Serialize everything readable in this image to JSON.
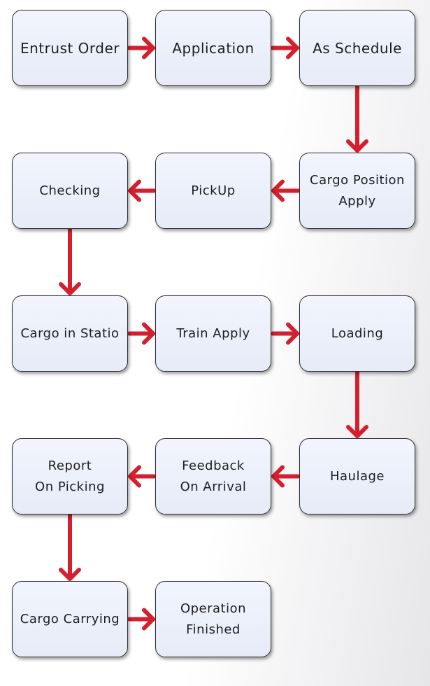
{
  "diagram": {
    "nodes": [
      {
        "id": "n1",
        "label": "Entrust Order"
      },
      {
        "id": "n2",
        "label": "Application"
      },
      {
        "id": "n3",
        "label": "As Schedule"
      },
      {
        "id": "n4",
        "label": "Cargo Position\nApply"
      },
      {
        "id": "n5",
        "label": "PickUp"
      },
      {
        "id": "n6",
        "label": "Checking"
      },
      {
        "id": "n7",
        "label": "Cargo in Statio"
      },
      {
        "id": "n8",
        "label": "Train Apply"
      },
      {
        "id": "n9",
        "label": "Loading"
      },
      {
        "id": "n10",
        "label": "Haulage"
      },
      {
        "id": "n11",
        "label": "Feedback\nOn Arrival"
      },
      {
        "id": "n12",
        "label": "Report\nOn Picking"
      },
      {
        "id": "n13",
        "label": "Cargo Carrying"
      },
      {
        "id": "n14",
        "label": "Operation\nFinished"
      }
    ],
    "edges": [
      {
        "from": "n1",
        "to": "n2"
      },
      {
        "from": "n2",
        "to": "n3"
      },
      {
        "from": "n3",
        "to": "n4"
      },
      {
        "from": "n4",
        "to": "n5"
      },
      {
        "from": "n5",
        "to": "n6"
      },
      {
        "from": "n6",
        "to": "n7"
      },
      {
        "from": "n7",
        "to": "n8"
      },
      {
        "from": "n8",
        "to": "n9"
      },
      {
        "from": "n9",
        "to": "n10"
      },
      {
        "from": "n10",
        "to": "n11"
      },
      {
        "from": "n11",
        "to": "n12"
      },
      {
        "from": "n12",
        "to": "n13"
      },
      {
        "from": "n13",
        "to": "n14"
      }
    ],
    "colors": {
      "arrow": "#d41f2e",
      "box_fill": "#e9eefa",
      "box_border": "#2e2e34"
    }
  }
}
